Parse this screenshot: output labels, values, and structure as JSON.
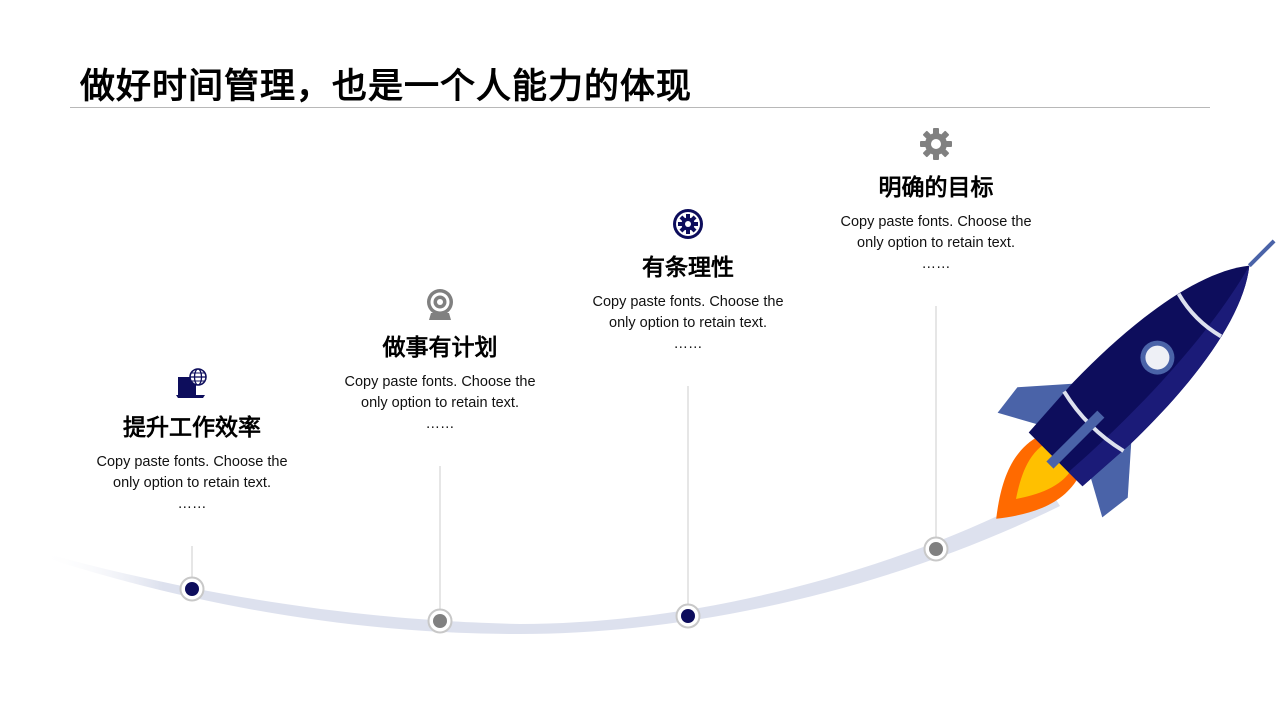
{
  "title": "做好时间管理，也是一个人能力的体现",
  "colors": {
    "navy": "#0d0d5c",
    "gray": "#808080",
    "curve": "#dde1ee",
    "rocket_wing": "#4a63a8",
    "flame_outer": "#ff6a00",
    "flame_inner": "#ffc000"
  },
  "steps": [
    {
      "heading": "提升工作效率",
      "desc_line1": "Copy paste fonts. Choose the",
      "desc_line2": "only option to retain text.",
      "ellipsis": "……",
      "icon": "laptop-globe-icon",
      "dot": "navy"
    },
    {
      "heading": "做事有计划",
      "desc_line1": "Copy paste fonts. Choose the",
      "desc_line2": "only option to retain text.",
      "ellipsis": "……",
      "icon": "target-icon",
      "dot": "gray"
    },
    {
      "heading": "有条理性",
      "desc_line1": "Copy paste fonts. Choose the",
      "desc_line2": "only option to retain text.",
      "ellipsis": "……",
      "icon": "gear-cycle-icon",
      "dot": "navy"
    },
    {
      "heading": "明确的目标",
      "desc_line1": "Copy paste fonts. Choose the",
      "desc_line2": "only option to retain text.",
      "ellipsis": "……",
      "icon": "gear-icon",
      "dot": "gray"
    }
  ]
}
